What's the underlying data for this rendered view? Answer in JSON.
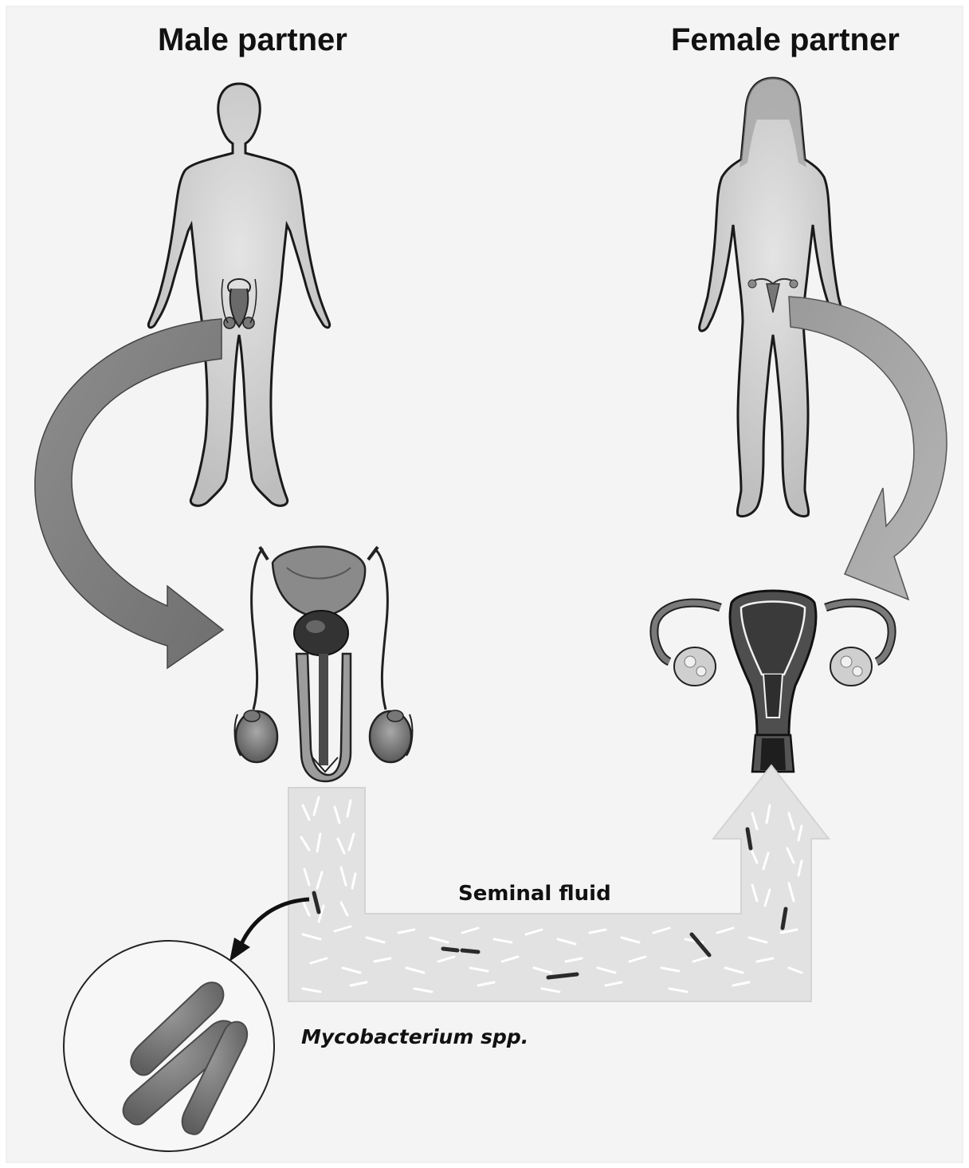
{
  "titles": {
    "male": "Male partner",
    "female": "Female partner"
  },
  "labels": {
    "seminal_fluid": "Seminal fluid",
    "organism": "Mycobacterium spp."
  }
}
